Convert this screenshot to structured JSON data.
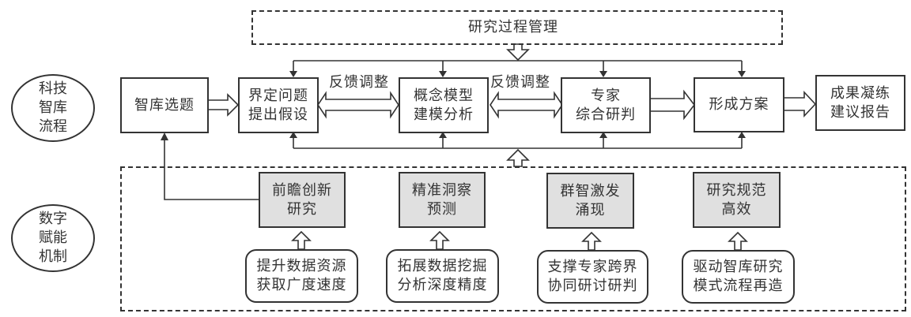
{
  "title": "科技智库研究流程与数字赋能机制",
  "research_process_management": {
    "label": "研究过程管理"
  },
  "row_labels": {
    "flow": [
      "科技",
      "智库",
      "流程"
    ],
    "mechanism": [
      "数字",
      "赋能",
      "机制"
    ]
  },
  "flow_steps": [
    {
      "id": "topic",
      "lines": [
        "智库选题"
      ]
    },
    {
      "id": "define",
      "lines": [
        "界定问题",
        "提出假设"
      ]
    },
    {
      "id": "model",
      "lines": [
        "概念模型",
        "建模分析"
      ]
    },
    {
      "id": "expert",
      "lines": [
        "专家",
        "综合研判"
      ]
    },
    {
      "id": "plan",
      "lines": [
        "形成方案"
      ]
    },
    {
      "id": "report",
      "lines": [
        "成果凝练",
        "建议报告"
      ]
    }
  ],
  "feedback_labels": [
    "反馈调整",
    "反馈调整"
  ],
  "mechanism_outcomes": [
    {
      "lines": [
        "前瞻创新",
        "研究"
      ]
    },
    {
      "lines": [
        "精准洞察",
        "预测"
      ]
    },
    {
      "lines": [
        "群智激发",
        "涌现"
      ]
    },
    {
      "lines": [
        "研究规范",
        "高效"
      ]
    }
  ],
  "mechanism_drivers": [
    {
      "lines": [
        "提升数据资源",
        "获取广度速度"
      ]
    },
    {
      "lines": [
        "拓展数据挖掘",
        "分析深度精度"
      ]
    },
    {
      "lines": [
        "支撑专家跨界",
        "协同研讨研判"
      ]
    },
    {
      "lines": [
        "驱动智库研究",
        "模式流程再造"
      ]
    }
  ],
  "colors": {
    "stroke": "#333333",
    "outcome_fill": "#e0e0e0",
    "background": "#ffffff"
  }
}
